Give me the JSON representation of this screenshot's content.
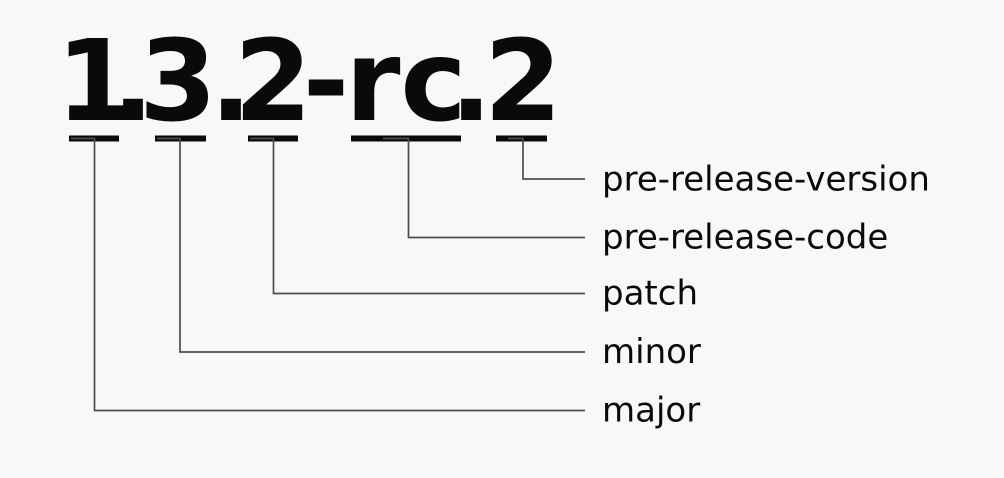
{
  "diagram": {
    "version_string": "1.3.2-rc.2",
    "segments": [
      {
        "text": "1",
        "part": "major"
      },
      {
        "text": ".",
        "part": "separator"
      },
      {
        "text": "3",
        "part": "minor"
      },
      {
        "text": ".",
        "part": "separator"
      },
      {
        "text": "2",
        "part": "patch"
      },
      {
        "text": "-",
        "part": "separator"
      },
      {
        "text": "rc",
        "part": "pre-release-code"
      },
      {
        "text": ".",
        "part": "separator"
      },
      {
        "text": "2",
        "part": "pre-release-version"
      }
    ],
    "labels": [
      {
        "text": "pre-release-version"
      },
      {
        "text": "pre-release-code"
      },
      {
        "text": "patch"
      },
      {
        "text": "minor"
      },
      {
        "text": "major"
      }
    ]
  },
  "colors": {
    "background": "#f8f8f8",
    "text": "#0a0a0a",
    "underline": "#0a0a0a",
    "connector": "#4d4d4d"
  }
}
